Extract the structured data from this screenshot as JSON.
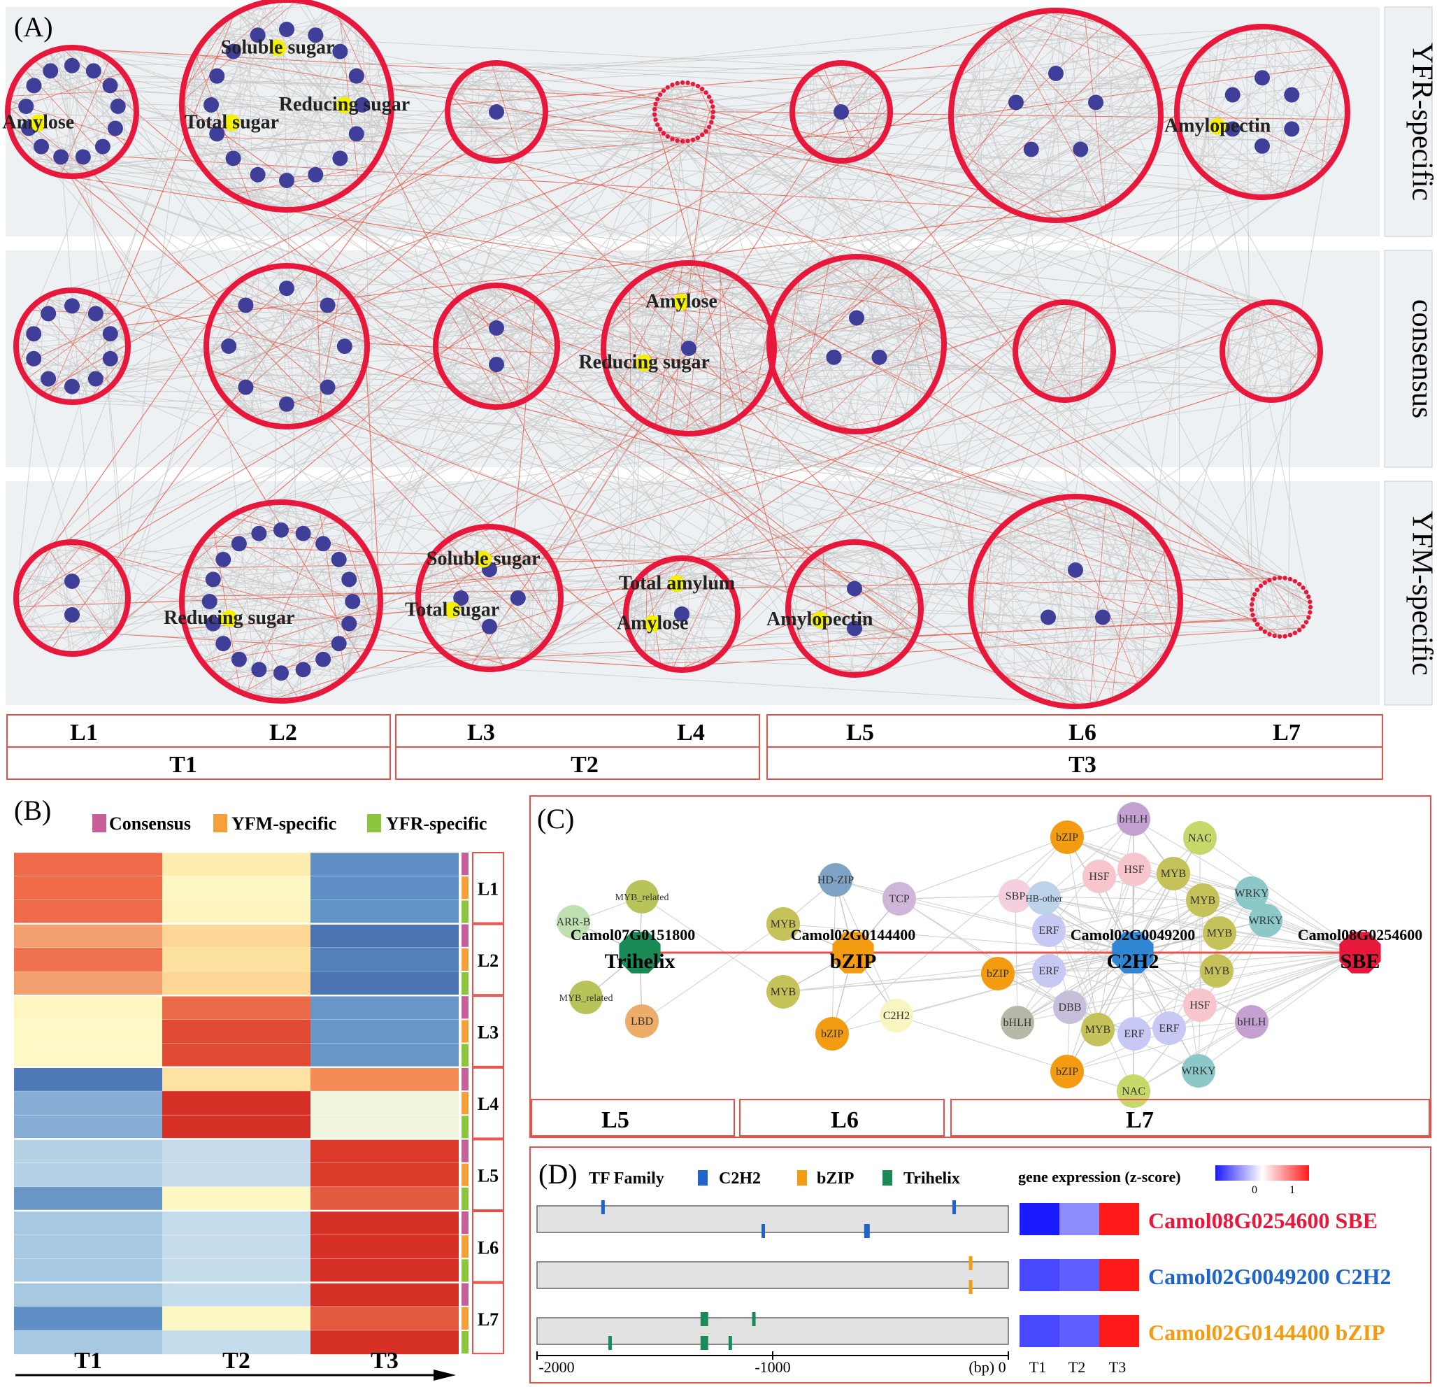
{
  "panelA": {
    "label": "(A)",
    "rows": [
      {
        "id": "yfr",
        "label": "YFR-specific"
      },
      {
        "id": "cons",
        "label": "consensus"
      },
      {
        "id": "yfm",
        "label": "YFM-specific"
      }
    ],
    "modules": [
      {
        "row": "yfr",
        "name": "L1",
        "size": "medium",
        "genes": 13,
        "trait_labels": [
          "Amylose"
        ]
      },
      {
        "row": "yfr",
        "name": "L2",
        "size": "large",
        "genes": 16,
        "trait_labels": [
          "Total sugar",
          "Soluble sugar",
          "Reducing sugar"
        ]
      },
      {
        "row": "yfr",
        "name": "L3",
        "size": "small",
        "genes": 1,
        "trait_labels": []
      },
      {
        "row": "yfr",
        "name": "L4",
        "size": "tiny",
        "genes": 0,
        "trait_labels": []
      },
      {
        "row": "yfr",
        "name": "L5",
        "size": "small",
        "genes": 1,
        "trait_labels": []
      },
      {
        "row": "yfr",
        "name": "L6",
        "size": "xlarge",
        "genes": 5,
        "trait_labels": []
      },
      {
        "row": "yfr",
        "name": "L7",
        "size": "large",
        "genes": 6,
        "trait_labels": [
          "Amylopectin"
        ]
      },
      {
        "row": "cons",
        "name": "L1",
        "size": "medium",
        "genes": 10,
        "trait_labels": []
      },
      {
        "row": "cons",
        "name": "L2",
        "size": "large",
        "genes": 8,
        "trait_labels": []
      },
      {
        "row": "cons",
        "name": "L3",
        "size": "medium",
        "genes": 2,
        "trait_labels": []
      },
      {
        "row": "cons",
        "name": "L4",
        "size": "large",
        "genes": 1,
        "trait_labels": [
          "Reducing sugar",
          "Amylose"
        ]
      },
      {
        "row": "cons",
        "name": "L5",
        "size": "large",
        "genes": 3,
        "trait_labels": []
      },
      {
        "row": "cons",
        "name": "L6",
        "size": "medium",
        "genes": 0,
        "trait_labels": []
      },
      {
        "row": "cons",
        "name": "L7",
        "size": "medium",
        "genes": 0,
        "trait_labels": []
      },
      {
        "row": "yfm",
        "name": "L1",
        "size": "medium",
        "genes": 2,
        "trait_labels": []
      },
      {
        "row": "yfm",
        "name": "L2",
        "size": "large",
        "genes": 20,
        "trait_labels": [
          "Reducing sugar"
        ]
      },
      {
        "row": "yfm",
        "name": "L3",
        "size": "large",
        "genes": 4,
        "trait_labels": [
          "Total sugar",
          "Soluble sugar"
        ]
      },
      {
        "row": "yfm",
        "name": "L4",
        "size": "medium",
        "genes": 1,
        "trait_labels": [
          "Amylose",
          "Total amylum"
        ]
      },
      {
        "row": "yfm",
        "name": "L5",
        "size": "large",
        "genes": 2,
        "trait_labels": [
          "Amylopectin"
        ]
      },
      {
        "row": "yfm",
        "name": "L6",
        "size": "xlarge",
        "genes": 3,
        "trait_labels": []
      },
      {
        "row": "yfm",
        "name": "L7",
        "size": "tiny",
        "genes": 0,
        "trait_labels": []
      }
    ],
    "layers": [
      "L1",
      "L2",
      "L3",
      "L4",
      "L5",
      "L6",
      "L7"
    ],
    "stages": [
      "T1",
      "T2",
      "T3"
    ],
    "colors": {
      "module_ring": "#e8173c",
      "gene": "#3f3f9a",
      "trait": "#f5ef00",
      "edge": "#c8c8c8",
      "red_edge": "#e8503c",
      "row_bg": "#eef1f4"
    }
  },
  "panelB": {
    "label": "(B)",
    "legend": [
      {
        "label": "Consensus",
        "color": "#c7609a"
      },
      {
        "label": "YFM-specific",
        "color": "#f6a03a"
      },
      {
        "label": "YFR-specific",
        "color": "#8cc63f"
      }
    ],
    "columns": [
      "T1",
      "T2",
      "T3"
    ],
    "layers": [
      "L1",
      "L2",
      "L3",
      "L4",
      "L5",
      "L6",
      "L7"
    ],
    "category_order": [
      "Consensus",
      "YFM-specific",
      "YFR-specific"
    ],
    "heatmap_colors": [
      [
        "#ee6a48",
        "#fdedb0",
        "#5f8fc4"
      ],
      [
        "#ef6c47",
        "#fdf7c4",
        "#5f8fc4"
      ],
      [
        "#ee6a48",
        "#fdf4be",
        "#6093c6"
      ],
      [
        "#f49f6f",
        "#fdd795",
        "#4d74b2"
      ],
      [
        "#f07250",
        "#fde29f",
        "#5480bb"
      ],
      [
        "#f49f6f",
        "#fdd795",
        "#4d74b2"
      ],
      [
        "#fef6c0",
        "#eb6a47",
        "#6896c6"
      ],
      [
        "#fef8c6",
        "#e24b33",
        "#6896c6"
      ],
      [
        "#fef8c6",
        "#e24b33",
        "#6896c6"
      ],
      [
        "#4f79b8",
        "#fee2a2",
        "#f58b56"
      ],
      [
        "#86add4",
        "#d73027",
        "#eef5dc"
      ],
      [
        "#86add4",
        "#d73027",
        "#eef5dc"
      ],
      [
        "#b5d1e5",
        "#c6dced",
        "#dc3a2b"
      ],
      [
        "#b5d1e5",
        "#c6dced",
        "#dc3a2b"
      ],
      [
        "#6996c5",
        "#fdf7c4",
        "#e35b3e"
      ],
      [
        "#a6c8e0",
        "#c5dcec",
        "#d73027"
      ],
      [
        "#a6c8e0",
        "#c5dcec",
        "#d73027"
      ],
      [
        "#a6c8e0",
        "#c5dcec",
        "#d73027"
      ],
      [
        "#a6c8e0",
        "#c5dcec",
        "#d73027"
      ],
      [
        "#5f8fc4",
        "#fdf7c4",
        "#e35b3e"
      ],
      [
        "#a6c8e0",
        "#c5dcec",
        "#d73027"
      ]
    ]
  },
  "panelC": {
    "label": "(C)",
    "hubs": [
      {
        "id": "Camol07G0151800",
        "family": "Trihelix",
        "color": "#1a8a57"
      },
      {
        "id": "Camol02G0144400",
        "family": "bZIP",
        "color": "#f39c12"
      },
      {
        "id": "Camol02G0049200",
        "family": "C2H2",
        "color": "#2f86d3"
      },
      {
        "id": "Camol08G0254600",
        "family": "SBE",
        "color": "#e8173c"
      }
    ],
    "nodes": [
      {
        "label": "ARR-B",
        "color": "#bfe0b0"
      },
      {
        "label": "MYB_related",
        "color": "#b8c45a"
      },
      {
        "label": "MYB_related",
        "color": "#b8c45a"
      },
      {
        "label": "LBD",
        "color": "#ecac6a"
      },
      {
        "label": "HD-ZIP",
        "color": "#7fa3c4"
      },
      {
        "label": "TCP",
        "color": "#cfb6d8"
      },
      {
        "label": "MYB",
        "color": "#c5c25a"
      },
      {
        "label": "MYB",
        "color": "#c5c25a"
      },
      {
        "label": "bZIP",
        "color": "#f39c12"
      },
      {
        "label": "C2H2",
        "color": "#f8f5c0"
      },
      {
        "label": "SBP",
        "color": "#f3cfe0"
      },
      {
        "label": "HB-other",
        "color": "#bcd3ea"
      },
      {
        "label": "ERF",
        "color": "#c8c8f5"
      },
      {
        "label": "ERF",
        "color": "#c8c8f5"
      },
      {
        "label": "bZIP",
        "color": "#f39c12"
      },
      {
        "label": "DBB",
        "color": "#c7bfd9"
      },
      {
        "label": "bHLH",
        "color": "#b8b8a8"
      },
      {
        "label": "MYB",
        "color": "#c5c25a"
      },
      {
        "label": "ERF",
        "color": "#c8c8f5"
      },
      {
        "label": "ERF",
        "color": "#c8c8f5"
      },
      {
        "label": "bZIP",
        "color": "#f39c12"
      },
      {
        "label": "bZIP",
        "color": "#f39c12"
      },
      {
        "label": "bHLH",
        "color": "#c3a0d0"
      },
      {
        "label": "NAC",
        "color": "#c5d86a"
      },
      {
        "label": "HSF",
        "color": "#f6c6cc"
      },
      {
        "label": "HSF",
        "color": "#f6c6cc"
      },
      {
        "label": "MYB",
        "color": "#c5c25a"
      },
      {
        "label": "MYB",
        "color": "#c5c25a"
      },
      {
        "label": "WRKY",
        "color": "#8cc8c8"
      },
      {
        "label": "WRKY",
        "color": "#8cc8c8"
      },
      {
        "label": "MYB",
        "color": "#c5c25a"
      },
      {
        "label": "MYB",
        "color": "#c5c25a"
      },
      {
        "label": "HSF",
        "color": "#f6c6cc"
      },
      {
        "label": "bHLH",
        "color": "#c3a0d0"
      },
      {
        "label": "WRKY",
        "color": "#8cc8c8"
      },
      {
        "label": "NAC",
        "color": "#c5d86a"
      }
    ],
    "layers": [
      "L5",
      "L6",
      "L7"
    ]
  },
  "panelD": {
    "label": "(D)",
    "legend_title": "TF Family",
    "families": [
      {
        "label": "C2H2",
        "color": "#1f64c8"
      },
      {
        "label": "bZIP",
        "color": "#f39c12"
      },
      {
        "label": "Trihelix",
        "color": "#1a8a57"
      }
    ],
    "expr_title": "gene expression (z-score)",
    "expr_scale": [
      "0",
      "1"
    ],
    "genes": [
      {
        "label": "Camol08G0254600 SBE",
        "color": "#e8173c",
        "expr": [
          -1.0,
          -0.5,
          1.0
        ],
        "sites": [
          {
            "pos": -1720,
            "strand": "+",
            "family": "C2H2"
          },
          {
            "pos": -230,
            "strand": "+",
            "family": "C2H2"
          },
          {
            "pos": -1040,
            "strand": "-",
            "family": "C2H2"
          },
          {
            "pos": -600,
            "strand": "-",
            "family": "C2H2"
          }
        ]
      },
      {
        "label": "Camol02G0049200 C2H2",
        "color": "#1f64c8",
        "expr": [
          -0.8,
          -0.7,
          1.0
        ],
        "sites": [
          {
            "pos": -160,
            "strand": "+",
            "family": "bZIP"
          },
          {
            "pos": -160,
            "strand": "-",
            "family": "bZIP"
          }
        ]
      },
      {
        "label": "Camol02G0144400 bZIP",
        "color": "#f39c12",
        "expr": [
          -0.8,
          -0.7,
          1.0
        ],
        "sites": [
          {
            "pos": -1290,
            "strand": "+",
            "family": "Trihelix"
          },
          {
            "pos": -1080,
            "strand": "+",
            "family": "Trihelix"
          },
          {
            "pos": -1690,
            "strand": "-",
            "family": "Trihelix"
          },
          {
            "pos": -1290,
            "strand": "-",
            "family": "Trihelix"
          },
          {
            "pos": -1180,
            "strand": "-",
            "family": "Trihelix"
          }
        ]
      }
    ],
    "axis_ticks": [
      "-2000",
      "-1000",
      "(bp) 0"
    ],
    "columns": [
      "T1",
      "T2",
      "T3"
    ]
  }
}
